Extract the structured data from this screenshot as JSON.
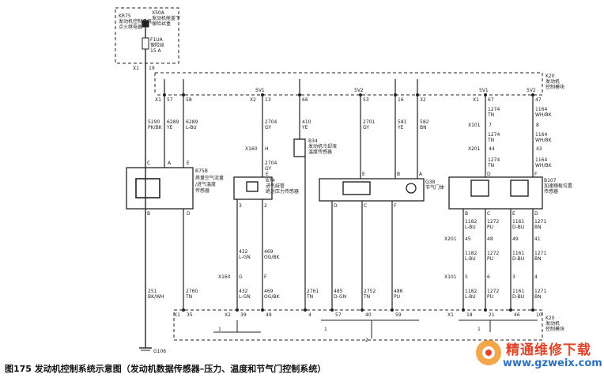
{
  "fuse_block": {
    "id": "X50A",
    "name": "发动机舱盖下",
    "name2": "保险丝盒"
  },
  "relay": {
    "id": "KR75",
    "name": "发动机控制系统",
    "name2": "点火继电器"
  },
  "fuse": {
    "id": "F1UA",
    "name": "保险丝",
    "rating": "15 A"
  },
  "connector_x1_19": {
    "conn": "X1",
    "pin": "19"
  },
  "ecm_top": {
    "id": "K20",
    "name": "发动机",
    "name2": "控制模块"
  },
  "ecm_bottom": {
    "id": "K20",
    "name": "发动机",
    "name2": "控制模块"
  },
  "top_pins": [
    {
      "conn": "X1",
      "pin": "57"
    },
    {
      "pin": "58"
    },
    {
      "conn": "X2",
      "pin": "13"
    },
    {
      "pin": "66"
    },
    {
      "pin": "53"
    },
    {
      "pin": "16"
    },
    {
      "pin": "32"
    },
    {
      "conn": "X1",
      "pin": "67"
    },
    {
      "pin": "47"
    }
  ],
  "supplies": [
    "5V1",
    "5V2",
    "5V1",
    "5V2"
  ],
  "wires_top": [
    {
      "code": "5290",
      "color": "PK/BK"
    },
    {
      "code": "6289",
      "color": "YE"
    },
    {
      "code": "6289",
      "color": "L-BU"
    },
    {
      "code": "2704",
      "color": "GY"
    },
    {
      "code": "410",
      "color": "YE"
    },
    {
      "code": "2701",
      "color": "GY"
    },
    {
      "code": "581",
      "color": "YE"
    },
    {
      "code": "582",
      "color": "BN"
    },
    {
      "code": "1274",
      "color": "TN"
    },
    {
      "code": "1164",
      "color": "WH/BK"
    }
  ],
  "x160_h": {
    "conn": "X160",
    "pin": "H"
  },
  "wire_2704b": {
    "code": "2704",
    "color": "GY"
  },
  "b75b": {
    "id": "B75B",
    "name": "质量空气流量",
    "name2": "/进气温度",
    "name3": "传感器"
  },
  "b34": {
    "id": "B34",
    "name": "发动机冷却液",
    "name2": "温度传感器"
  },
  "b74": {
    "id": "B74",
    "name": "进气歧管",
    "name2": "绝对压力传感器"
  },
  "q38": {
    "id": "Q38",
    "name": "节气门体"
  },
  "b107": {
    "id": "B107",
    "name": "加速踏板位置",
    "name2": "传感器"
  },
  "x101_top": {
    "conn": "X101",
    "pins": [
      "7",
      "8"
    ]
  },
  "x201_top": {
    "conn": "X201",
    "pins": [
      "44",
      "43"
    ]
  },
  "wires_pedal": [
    {
      "code": "1274",
      "color": "TN"
    },
    {
      "code": "1164",
      "color": "WH/BK"
    },
    {
      "code": "1274",
      "color": "TN"
    },
    {
      "code": "1164",
      "color": "WH/BK"
    },
    {
      "code": "1274",
      "color": "TN"
    },
    {
      "code": "1164",
      "color": "WH/BK"
    }
  ],
  "pin_letters": [
    "C",
    "A",
    "E",
    "H",
    "2",
    "E",
    "B",
    "A",
    "D",
    "F",
    "B",
    "D",
    "3",
    "2",
    "D",
    "C",
    "F",
    "A",
    "D",
    "B",
    "C",
    "E",
    "D",
    "F"
  ],
  "wires_mid": [
    {
      "code": "432",
      "color": "L-GN"
    },
    {
      "code": "469",
      "color": "OG/BK"
    },
    {
      "code": "1182",
      "color": "L-BU"
    },
    {
      "code": "1272",
      "color": "PU"
    },
    {
      "code": "1161",
      "color": "D-BU"
    },
    {
      "code": "1271",
      "color": "BN"
    }
  ],
  "x201_bot": {
    "conn": "X201",
    "pins": [
      "45",
      "48",
      "49",
      "41"
    ]
  },
  "wires_pedal2": [
    {
      "code": "1182",
      "color": "L-BU"
    },
    {
      "code": "1272",
      "color": "PU"
    },
    {
      "code": "1161",
      "color": "D-BU"
    },
    {
      "code": "1271",
      "color": "BN"
    }
  ],
  "x160_gf": {
    "conn": "X160",
    "pins": [
      "G",
      "F"
    ]
  },
  "x101_bot": {
    "conn": "X101",
    "pins": [
      "5",
      "6",
      "3",
      "4"
    ]
  },
  "wires_bottom": [
    {
      "code": "251",
      "color": "BK/WH"
    },
    {
      "code": "2760",
      "color": "TN"
    },
    {
      "code": "432",
      "color": "L-GN"
    },
    {
      "code": "469",
      "color": "OG/BK"
    },
    {
      "code": "2761",
      "color": "TN"
    },
    {
      "code": "485",
      "color": "D-GN"
    },
    {
      "code": "2752",
      "color": "TN"
    },
    {
      "code": "486",
      "color": "PU"
    },
    {
      "code": "1182",
      "color": "L-BU"
    },
    {
      "code": "1272",
      "color": "PU"
    },
    {
      "code": "1161",
      "color": "D-BU"
    },
    {
      "code": "1271",
      "color": "BN"
    }
  ],
  "bottom_pins": [
    {
      "conn": "X1",
      "pin": "35"
    },
    {
      "conn": "X2",
      "pin": "39"
    },
    {
      "pin": "49"
    },
    {
      "pin": "4"
    },
    {
      "pin": "57"
    },
    {
      "pin": "40"
    },
    {
      "pin": "59"
    },
    {
      "conn": "X1",
      "pin": "18"
    },
    {
      "pin": "21"
    },
    {
      "pin": "46"
    },
    {
      "pin": "10"
    }
  ],
  "misc_labels": [
    "1",
    "2",
    "1",
    "1",
    "G106"
  ],
  "caption": "图175  发动机控制系统示意图（发动机数据传感器–压力、温度和节气门控制系统）",
  "watermark": {
    "title": "精通维修下载",
    "url": "www.gzweix.com"
  }
}
